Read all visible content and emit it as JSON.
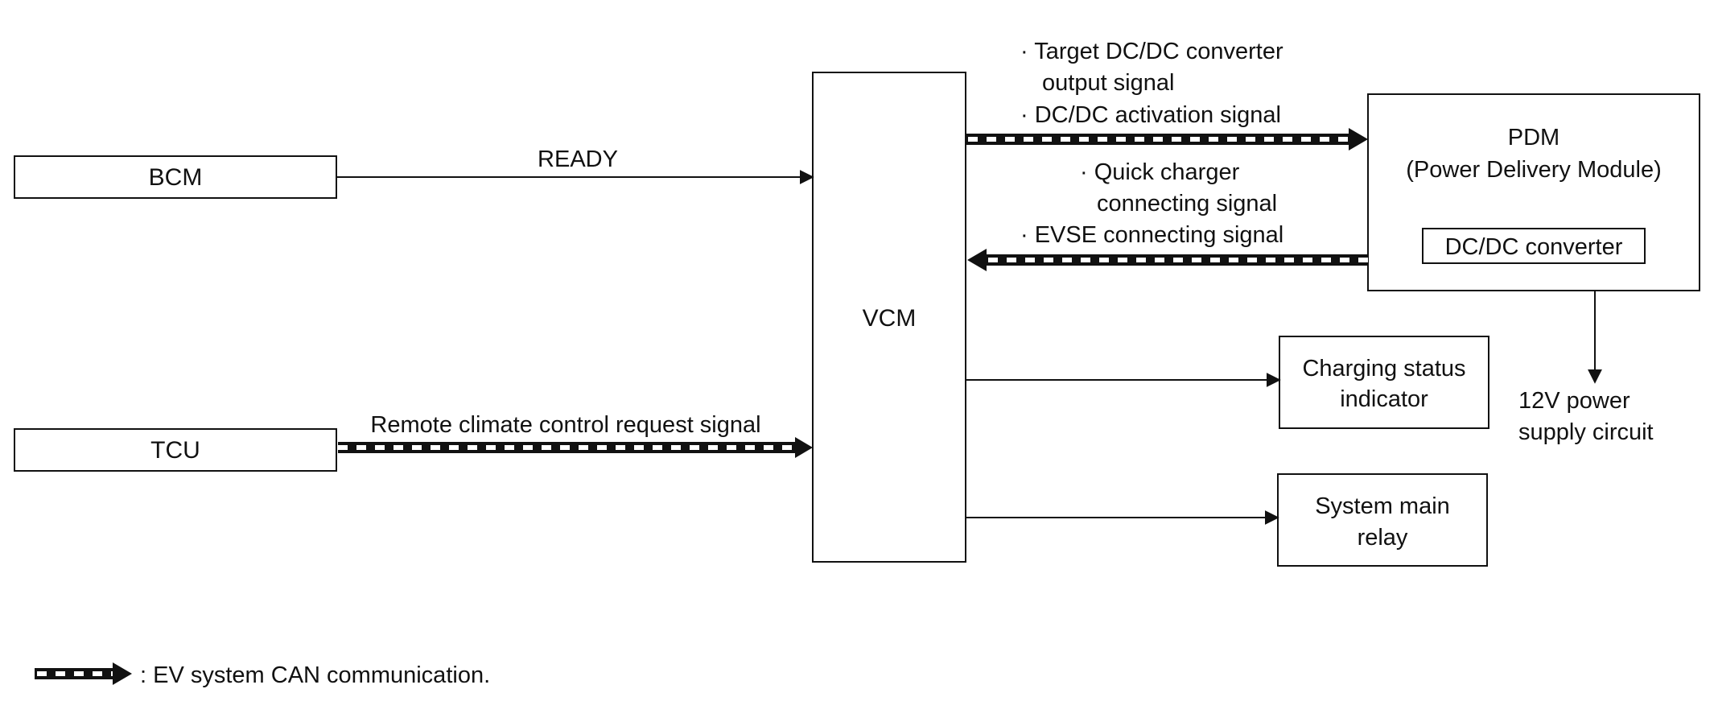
{
  "blocks": {
    "bcm": "BCM",
    "tcu": "TCU",
    "vcm": "VCM",
    "pdm_title": "PDM",
    "pdm_subtitle": "(Power Delivery Module)",
    "dcdc": "DC/DC converter",
    "charging_line1": "Charging status",
    "charging_line2": "indicator",
    "relay_line1": "System main",
    "relay_line2": "relay"
  },
  "signals": {
    "ready": "READY",
    "remote": "Remote climate control request signal",
    "target_line1": "· Target DC/DC converter",
    "target_line2": "output  signal",
    "activation": "· DC/DC activation signal",
    "quick_line1": "· Quick charger",
    "quick_line2": "connecting signal",
    "evse": "· EVSE connecting signal",
    "power_line1": "12V power",
    "power_line2": "supply circuit"
  },
  "legend": {
    "label": ": EV system CAN communication."
  }
}
